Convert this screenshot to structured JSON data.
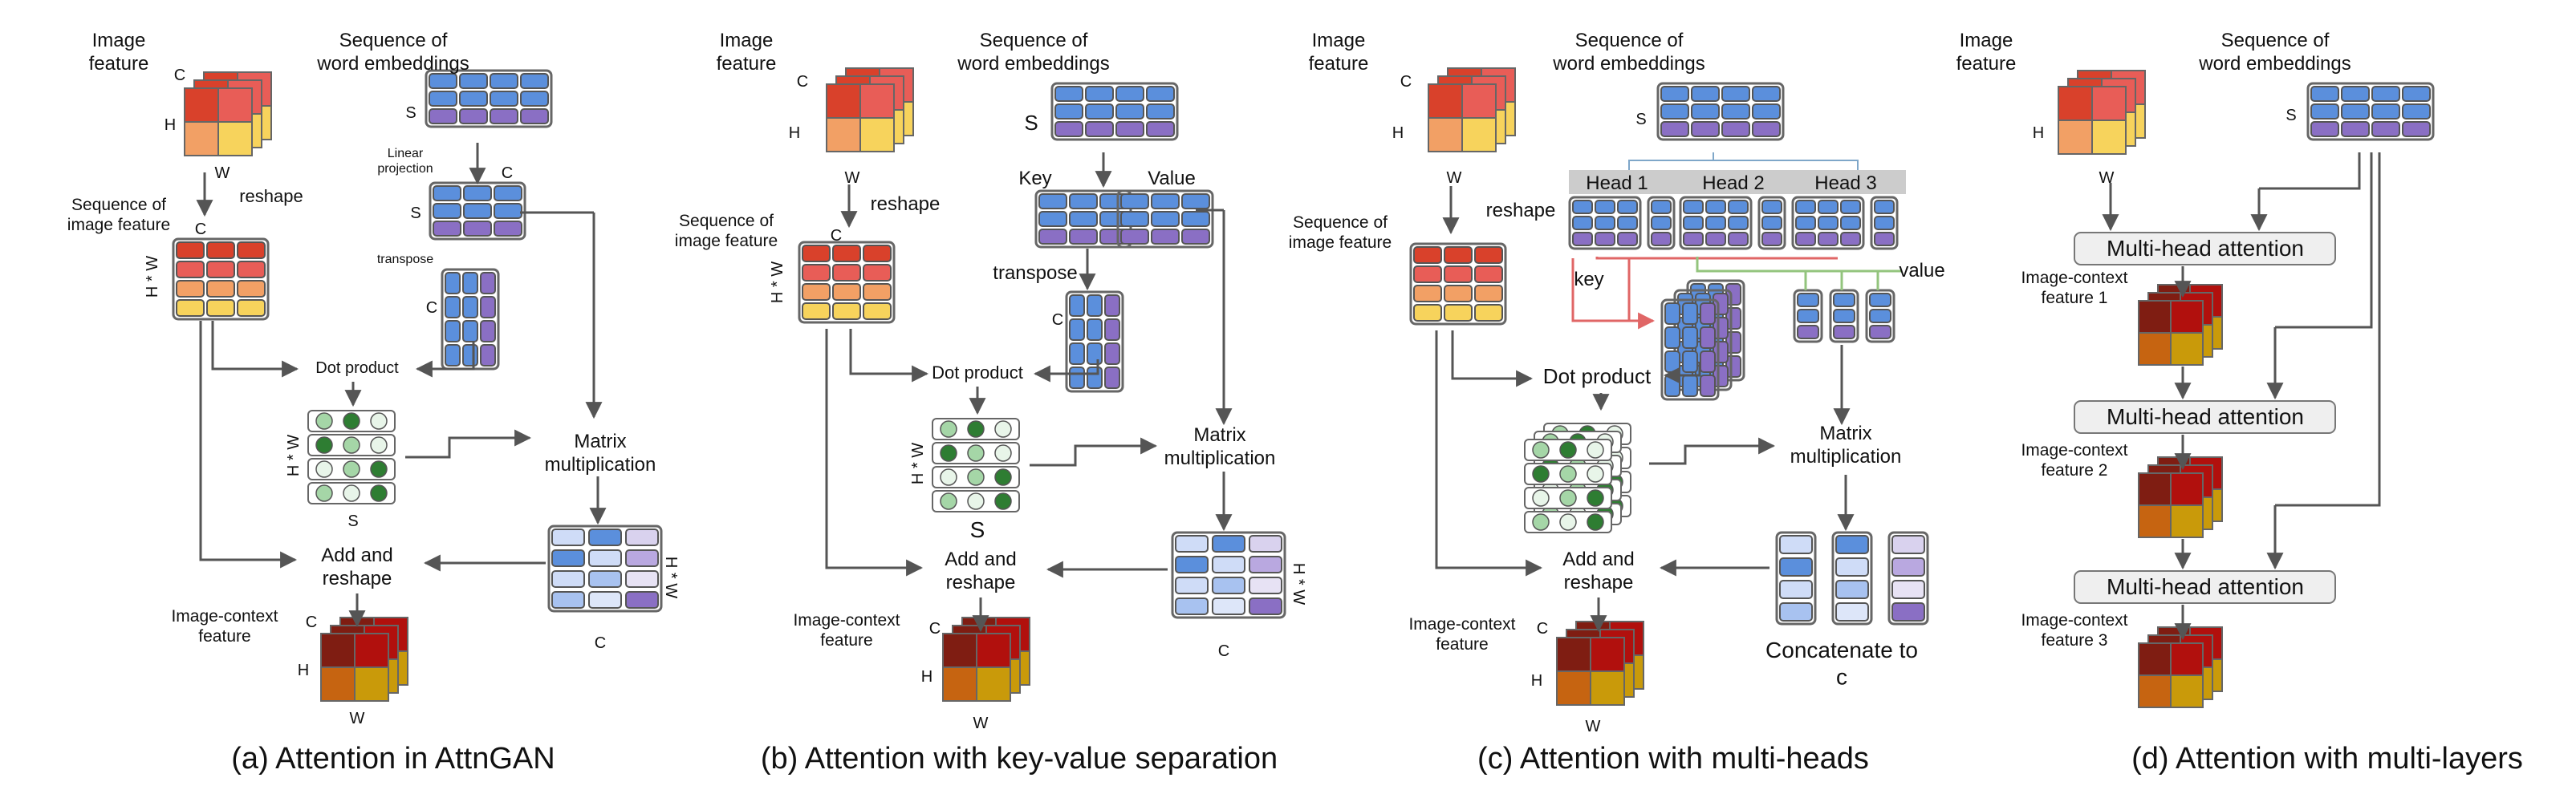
{
  "colors": {
    "warm": [
      "#d9412b",
      "#e85d57",
      "#f2a065",
      "#f7d35c"
    ],
    "deep": [
      "#7f1d12",
      "#b1100d",
      "#c66411",
      "#c99a0a"
    ],
    "blue_cell": "#5b8fdc",
    "purple_cell": "#8a6fc4",
    "green_dark": "#2e7d32",
    "green_light": "#a5d6a7",
    "green_pale": "#e8f5e9",
    "arrow": "#555555",
    "head_bg": "#cccccc"
  },
  "panel_a": {
    "image_feature": "Image\nfeature",
    "word_emb": "Sequence of\nword embeddings",
    "C": "C",
    "H": "H",
    "W": "W",
    "S": "S",
    "HW": "H * W",
    "linear_projection": "Linear\nprojection",
    "reshape": "reshape",
    "seq_image_feature": "Sequence of\nimage feature",
    "transpose": "transpose",
    "dot_product": "Dot product",
    "matrix_mult": "Matrix\nmultiplication",
    "add_reshape": "Add and\nreshape",
    "ic_feature": "Image-context\nfeature",
    "caption": "(a) Attention in AttnGAN"
  },
  "panel_b": {
    "image_feature": "Image\nfeature",
    "word_emb": "Sequence of\nword embeddings",
    "C": "C",
    "H": "H",
    "W": "W",
    "S": "S",
    "HW": "H * W",
    "key": "Key",
    "value": "Value",
    "reshape": "reshape",
    "seq_image_feature": "Sequence of\nimage feature",
    "transpose": "transpose",
    "dot_product": "Dot product",
    "matrix_mult": "Matrix\nmultiplication",
    "add_reshape": "Add and\nreshape",
    "ic_feature": "Image-context\nfeature",
    "caption": "(b) Attention with key-value separation"
  },
  "panel_c": {
    "image_feature": "Image\nfeature",
    "word_emb": "Sequence of\nword embeddings",
    "C": "C",
    "H": "H",
    "W": "W",
    "S": "S",
    "heads": [
      "Head 1",
      "Head 2",
      "Head 3"
    ],
    "key": "key",
    "value": "value",
    "reshape": "reshape",
    "seq_image_feature": "Sequence of\nimage feature",
    "dot_product": "Dot product",
    "matrix_mult": "Matrix\nmultiplication",
    "add_reshape": "Add and\nreshape",
    "concat": "Concatenate to\nc",
    "ic_feature": "Image-context\nfeature",
    "caption": "(c) Attention with multi-heads"
  },
  "panel_d": {
    "image_feature": "Image\nfeature",
    "word_emb": "Sequence of\nword embeddings",
    "H": "H",
    "W": "W",
    "S": "S",
    "mha": "Multi-head attention",
    "ic_features": [
      "Image-context\nfeature 1",
      "Image-context\nfeature 2",
      "Image-context\nfeature 3"
    ],
    "caption": "(d) Attention with multi-layers"
  }
}
